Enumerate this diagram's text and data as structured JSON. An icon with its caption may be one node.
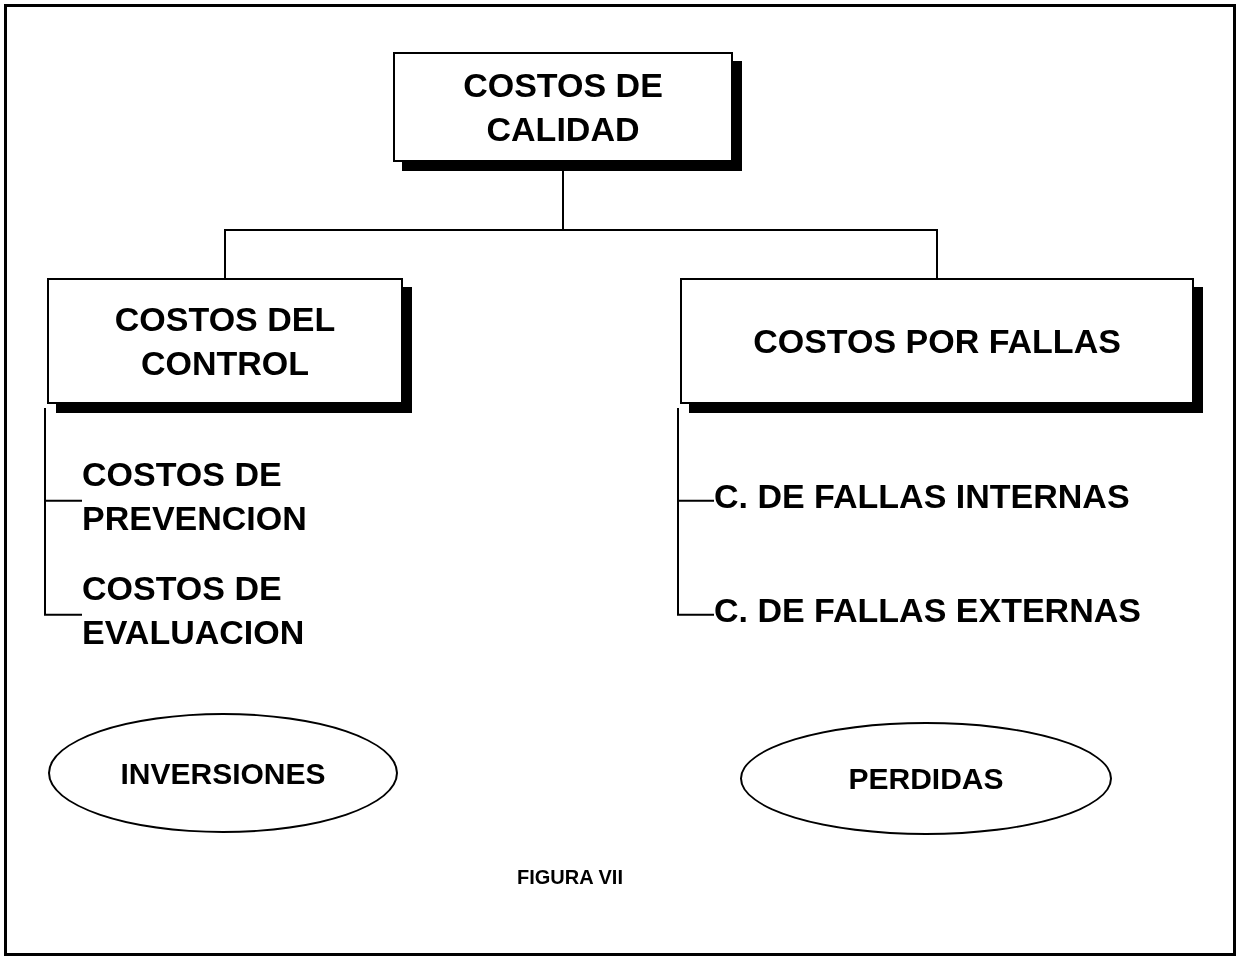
{
  "diagram": {
    "caption": "FIGURA VII",
    "nodes": [
      {
        "text": [
          "COSTOS DE CALIDAD"
        ]
      },
      {
        "text": [
          "COSTOS DEL CONTROL"
        ]
      },
      {
        "text": [
          "COSTOS POR FALLAS"
        ]
      },
      {
        "text": [
          "COSTOS DE PREVENCION"
        ]
      },
      {
        "text": [
          "COSTOS DE EVALUACION"
        ]
      },
      {
        "text": [
          "C. DE FALLAS INTERNAS"
        ]
      },
      {
        "text": [
          "C. DE FALLAS EXTERNAS"
        ]
      },
      {
        "text": [
          "INVERSIONES"
        ]
      },
      {
        "text": [
          "PERDIDAS"
        ]
      }
    ],
    "edges": [
      {
        "from": 0,
        "to": 1,
        "arrow": "none"
      },
      {
        "from": 0,
        "to": 2,
        "arrow": "none"
      },
      {
        "from": 1,
        "to": 3,
        "arrow": "none"
      },
      {
        "from": 1,
        "to": 4,
        "arrow": "none"
      },
      {
        "from": 2,
        "to": 5,
        "arrow": "none"
      },
      {
        "from": 2,
        "to": 6,
        "arrow": "none"
      }
    ]
  }
}
